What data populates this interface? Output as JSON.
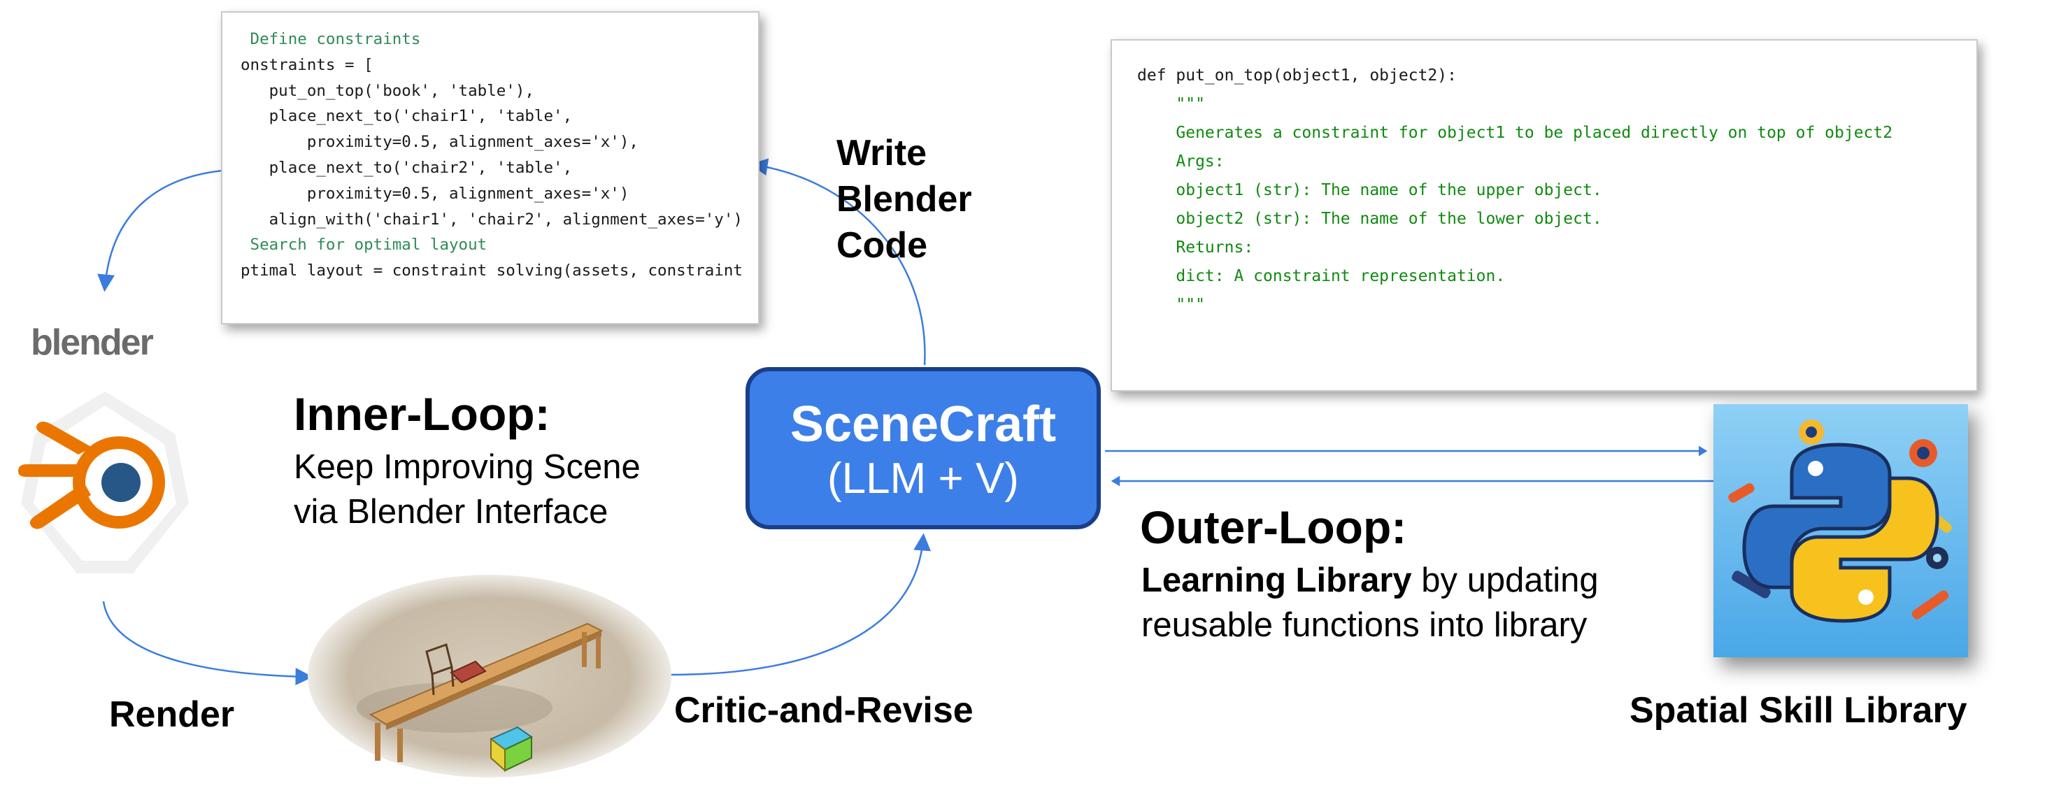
{
  "code_snippet_constraints": {
    "lines": [
      " Define constraints",
      "onstraints = [",
      "   put_on_top('book', 'table'),",
      "   place_next_to('chair1', 'table',",
      "       proximity=0.5, alignment_axes='x'),",
      "   place_next_to('chair2', 'table',",
      "       proximity=0.5, alignment_axes='x')",
      "   align_with('chair1', 'chair2', alignment_axes='y')",
      "",
      " Search for optimal layout",
      "ptimal layout = constraint solving(assets, constraint"
    ]
  },
  "code_snippet_function": {
    "lines": [
      "def put_on_top(object1, object2):",
      "    \"\"\"",
      "    Generates a constraint for object1 to be placed directly on top of object2",
      "",
      "    Args:",
      "    object1 (str): The name of the upper object.",
      "    object2 (str): The name of the lower object.",
      "",
      "    Returns:",
      "    dict: A constraint representation.",
      "    \"\"\""
    ]
  },
  "labels": {
    "write_blender_code": [
      "Write",
      "Blender",
      "Code"
    ],
    "inner_loop_title": "Inner-Loop:",
    "inner_loop_desc_1": "Keep Improving Scene",
    "inner_loop_desc_2": "via Blender Interface",
    "scenecraft_title": "SceneCraft",
    "scenecraft_sub": "(LLM + V)",
    "outer_loop_title": "Outer-Loop:",
    "outer_loop_bold": "Learning Library",
    "outer_loop_rest": " by updating",
    "outer_loop_line2": "reusable functions into library",
    "render": "Render",
    "critic_and_revise": "Critic-and-Revise",
    "spatial_skill_library": "Spatial Skill Library",
    "blender_logo_text": "blender"
  },
  "colors": {
    "arrow_blue": "#3b7ddd",
    "box_fill": "#3d7fe8",
    "box_border": "#1b3e8a",
    "blender_orange": "#ea7600",
    "blender_blue": "#265787"
  },
  "icons": {
    "blender": "blender-logo-icon",
    "python_library": "python-skill-library-icon",
    "render_image": "rendered-scene-image"
  }
}
